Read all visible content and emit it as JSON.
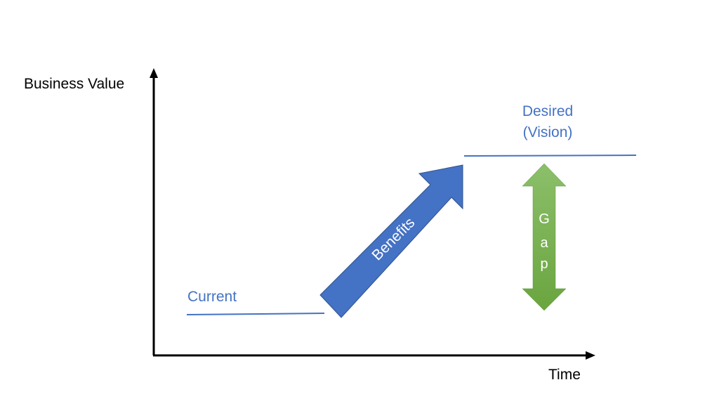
{
  "diagram": {
    "axes": {
      "y_label": "Business Value",
      "x_label": "Time"
    },
    "levels": {
      "current": {
        "label": "Current"
      },
      "desired": {
        "label_line1": "Desired",
        "label_line2": "(Vision)"
      }
    },
    "benefits_arrow": {
      "label": "Benefits",
      "color": "#4472c4"
    },
    "gap_arrow": {
      "letters": [
        "G",
        "a",
        "p"
      ],
      "color": "#70ad47"
    },
    "colors": {
      "axis": "#000000",
      "level_line": "#4472c4",
      "text_blue": "#4472c4"
    }
  }
}
